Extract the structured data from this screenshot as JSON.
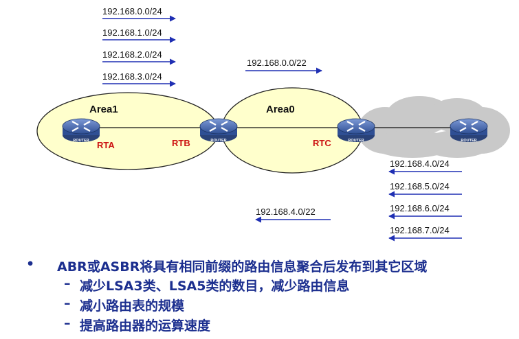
{
  "colors": {
    "area_fill": "#ffffcc",
    "area_stroke": "#222222",
    "arrow": "#1f2fb3",
    "router_body": "#3f63a8",
    "router_label": "#cc1111",
    "bullet_text": "#1c2f8f",
    "cloud": "#c9c9c9"
  },
  "left_routes": [
    "192.168.0.0/24",
    "192.168.1.0/24",
    "192.168.2.0/24",
    "192.168.3.0/24"
  ],
  "summary_top": "192.168.0.0/22",
  "right_routes": [
    "192.168.4.0/24",
    "192.168.5.0/24",
    "192.168.6.0/24",
    "192.168.7.0/24"
  ],
  "summary_bottom": "192.168.4.0/22",
  "areas": {
    "area1": "Area1",
    "area0": "Area0"
  },
  "routers": {
    "rta": "RTA",
    "rtb": "RTB",
    "rtc": "RTC",
    "icon_caption": "ROUTER"
  },
  "bullets": {
    "main_marker": "•",
    "main": "ABR或ASBR将具有相同前缀的路由信息聚合后发布到其它区域",
    "sub_marker": "–",
    "subs": [
      "减少LSA3类、LSA5类的数目，减少路由信息",
      "减小路由表的规模",
      "提高路由器的运算速度"
    ]
  }
}
